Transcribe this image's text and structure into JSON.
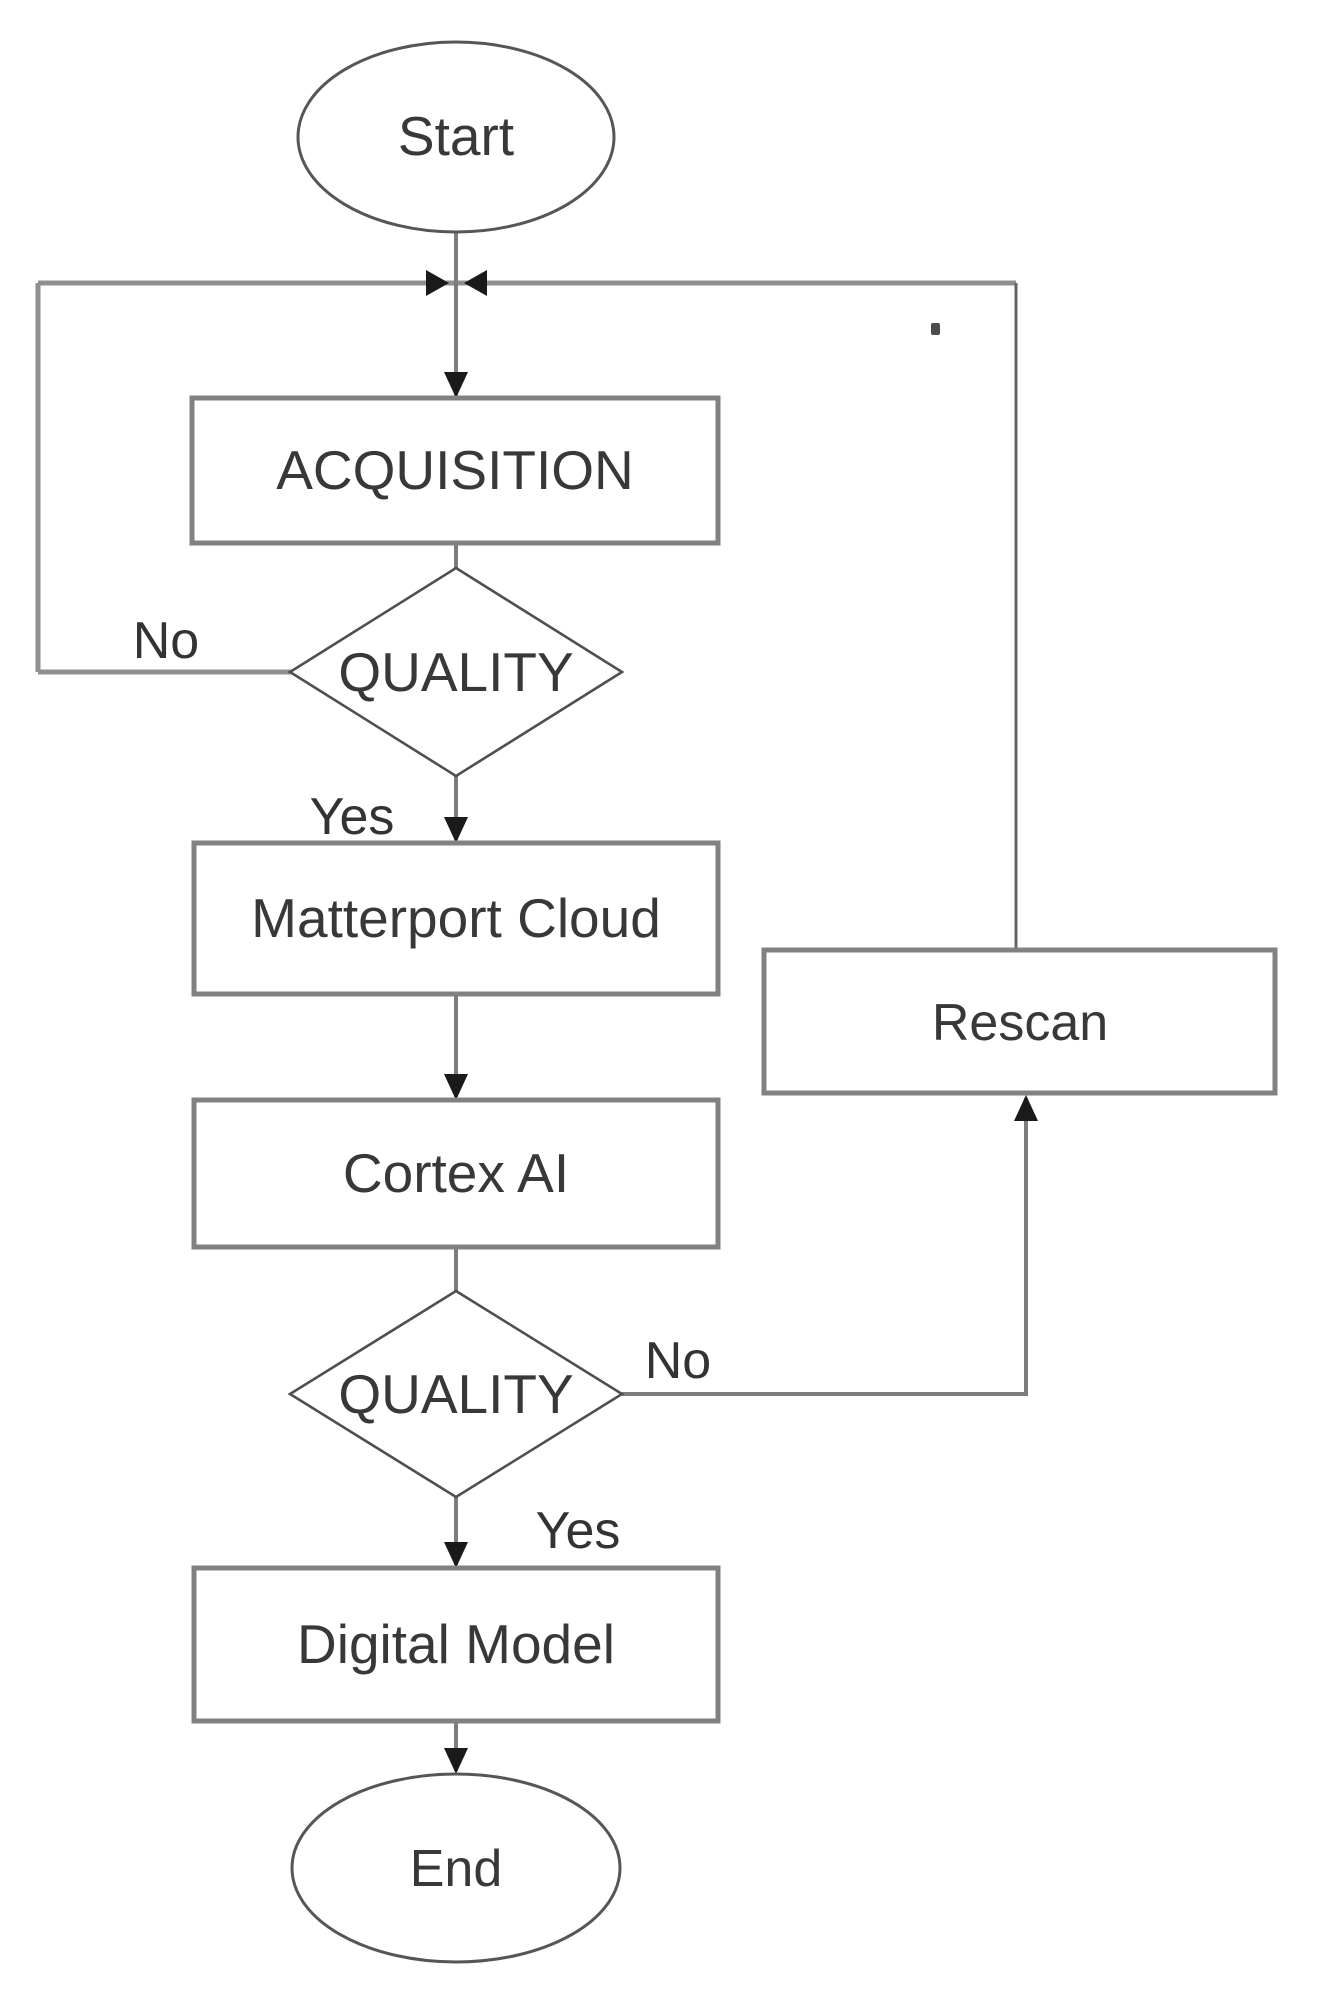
{
  "diagram": {
    "type": "flowchart",
    "nodes": {
      "start": {
        "label": "Start",
        "shape": "terminator"
      },
      "acquisition": {
        "label": "ACQUISITION",
        "shape": "process"
      },
      "quality1": {
        "label": "QUALITY",
        "shape": "decision"
      },
      "matterport": {
        "label": "Matterport Cloud",
        "shape": "process"
      },
      "cortex": {
        "label": "Cortex AI",
        "shape": "process"
      },
      "quality2": {
        "label": "QUALITY",
        "shape": "decision"
      },
      "digital": {
        "label": "Digital Model",
        "shape": "process"
      },
      "rescan": {
        "label": "Rescan",
        "shape": "process"
      },
      "end": {
        "label": "End",
        "shape": "terminator"
      }
    },
    "edge_labels": {
      "quality1_no": "No",
      "quality1_yes": "Yes",
      "quality2_no": "No",
      "quality2_yes": "Yes"
    },
    "edges": [
      {
        "from": "start",
        "to": "acquisition"
      },
      {
        "from": "acquisition",
        "to": "quality1"
      },
      {
        "from": "quality1",
        "to": "acquisition",
        "label": "No",
        "via": "left loop to top junction"
      },
      {
        "from": "quality1",
        "to": "matterport",
        "label": "Yes"
      },
      {
        "from": "matterport",
        "to": "cortex"
      },
      {
        "from": "cortex",
        "to": "quality2"
      },
      {
        "from": "quality2",
        "to": "rescan",
        "label": "No",
        "via": "right branch up into Rescan"
      },
      {
        "from": "quality2",
        "to": "digital",
        "label": "Yes"
      },
      {
        "from": "rescan",
        "to": "acquisition",
        "via": "right loop to top junction"
      },
      {
        "from": "digital",
        "to": "end"
      }
    ],
    "colors": {
      "background": "#ffffff",
      "process_border": "#818181",
      "shape_outline": "#4f4f4f",
      "connector": "#7d7d7d",
      "loop_connector": "#8f8f8f",
      "arrowhead": "#1a1a1a",
      "text": "#383838"
    }
  }
}
